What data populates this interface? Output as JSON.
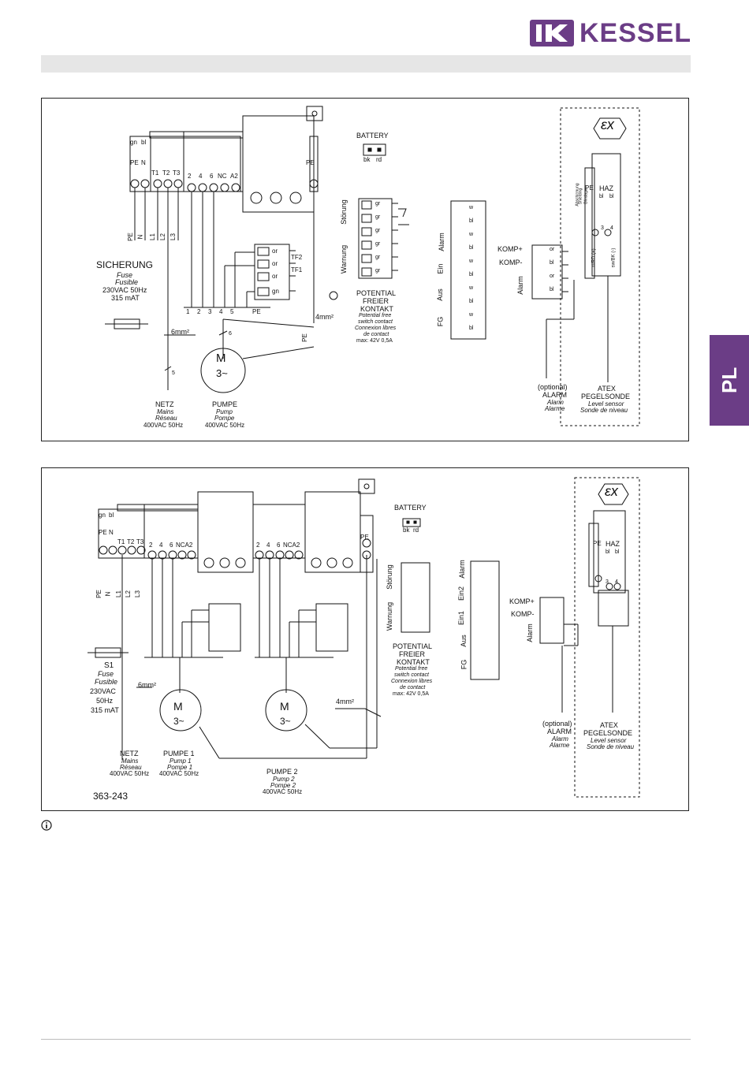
{
  "header": {
    "brand": "KESSEL",
    "brand_color": "#6b3d86",
    "logo_icon": "kessel-logo-icon"
  },
  "side_tab": {
    "label": "PL",
    "color": "#6b3d86"
  },
  "common": {
    "battery": "BATTERY",
    "bk": "bk",
    "rd": "rd",
    "storung": "Störung",
    "warnung": "Warnung",
    "gr": "gr",
    "potential": [
      "POTENTIAL",
      "FREIER",
      "KONTAKT"
    ],
    "potential_it": [
      "Potential free",
      "switch contact",
      "Connexion libres",
      "de contact"
    ],
    "potential_max": "max: 42V 0,5A",
    "relay_groups": [
      "Alarm",
      "Ein",
      "Aus",
      "FG"
    ],
    "w": "w",
    "bl": "bl",
    "or": "or",
    "gn": "gn",
    "komp_plus": "KOMP+",
    "komp_minus": "KOMP-",
    "alarm": "Alarm",
    "optional_alarm": [
      "(optional)",
      "ALARM"
    ],
    "alarm_it": [
      "Alarm",
      "Alarme"
    ],
    "atex": [
      "ATEX",
      "PEGELSONDE"
    ],
    "atex_it": [
      "Level sensor",
      "Sonde de niveau"
    ],
    "haz": "HAZ",
    "pe": "PE",
    "shielding": [
      "Abschirmung",
      "Shielding",
      "Blindage"
    ],
    "rdp": "rt/RD (+)",
    "bkm": "sw/BK (-)",
    "t3": "3",
    "t4": "4",
    "ex": "εx",
    "tf2": "TF2",
    "tf1": "TF1",
    "mm6": "6mm²",
    "mm4": "4mm²",
    "netz": "NETZ",
    "netz_it": [
      "Mains",
      "Réseau"
    ],
    "v400": "400VAC 50Hz",
    "pump_it_single": [
      "Pump",
      "Pompe"
    ],
    "m": "M",
    "m3": "3~",
    "terms_in": [
      "gn",
      "bl",
      "PE",
      "N",
      "T1",
      "T2",
      "T3"
    ],
    "terms_out": [
      "2",
      "4",
      "6",
      "NC",
      "A2"
    ],
    "lines": [
      "PE",
      "N",
      "L1",
      "L2",
      "L3"
    ],
    "nums": [
      "1",
      "2",
      "3",
      "4",
      "5",
      "PE"
    ],
    "n5": "5",
    "n6": "6"
  },
  "panel1": {
    "sicherung": "SICHERUNG",
    "fuse_it": [
      "Fuse",
      "Fusible"
    ],
    "fuse_vals": [
      "230VAC 50Hz",
      "315 mAT"
    ],
    "pumpe": "PUMPE"
  },
  "panel2": {
    "s1": "S1",
    "fuse_it": [
      "Fuse",
      "Fusible"
    ],
    "fuse_vals": [
      "230VAC",
      "50Hz",
      "315 mAT"
    ],
    "ein2": "Ein2",
    "ein1": "Ein1",
    "pumpe1": "PUMPE 1",
    "pump1_it": [
      "Pump 1",
      "Pompe 1"
    ],
    "pumpe2": "PUMPE 2",
    "pump2_it": [
      "Pump 2",
      "Pompe 2"
    ],
    "nca2": "NCA2",
    "drawing_no": "363-243"
  }
}
